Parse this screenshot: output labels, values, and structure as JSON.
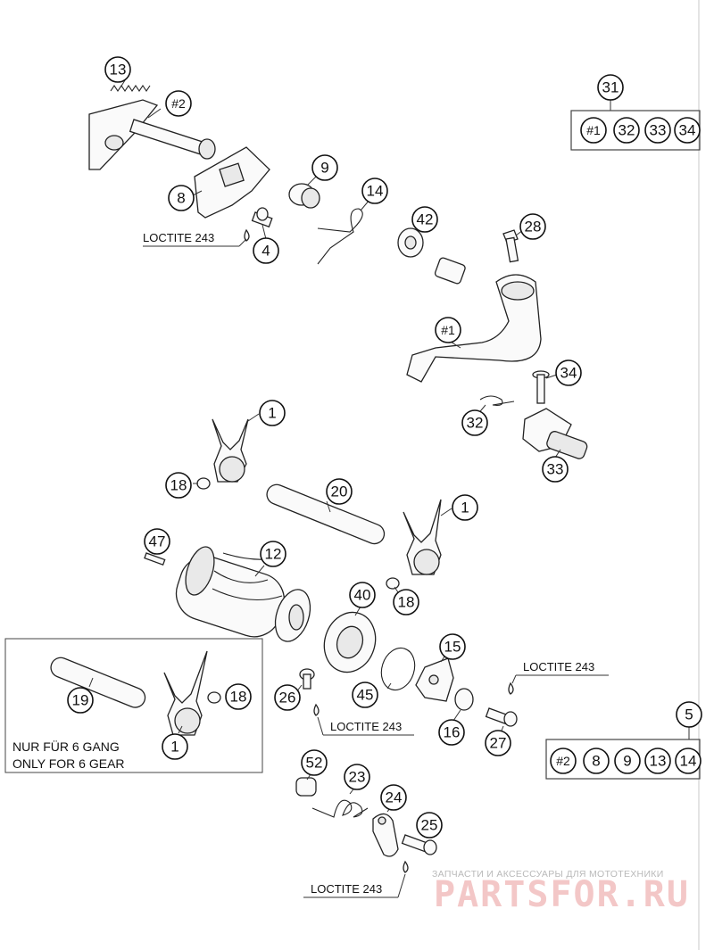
{
  "callouts": {
    "c13": "13",
    "c2": "#2",
    "c8": "8",
    "c9": "9",
    "c14": "14",
    "c4": "4",
    "c42": "42",
    "c28": "28",
    "c1top": "#1",
    "c34": "34",
    "c32": "32",
    "c33": "33",
    "c1a": "1",
    "c18a": "18",
    "c20": "20",
    "c1b": "1",
    "c47": "47",
    "c12": "12",
    "c40": "40",
    "c18b": "18",
    "c15": "15",
    "c45": "45",
    "c26": "26",
    "c16": "16",
    "c27": "27",
    "c19": "19",
    "c18c": "18",
    "c1c": "1",
    "c52": "52",
    "c23": "23",
    "c24": "24",
    "c25": "25"
  },
  "kit_top": {
    "header": "31",
    "items": [
      "#1",
      "32",
      "33",
      "34"
    ]
  },
  "kit_bottom": {
    "header": "5",
    "items": [
      "#2",
      "8",
      "9",
      "13",
      "14"
    ]
  },
  "labels": {
    "loctite": "LOCTITE 243",
    "six_gear_de": "NUR FÜR 6 GANG",
    "six_gear_en": "ONLY FOR 6 GEAR"
  },
  "watermark": {
    "tagline": "ЗАПЧАСТИ И АКСЕССУАРЫ ДЛЯ МОТОТЕХНИКИ",
    "brand": "PARTSFOR.RU"
  }
}
